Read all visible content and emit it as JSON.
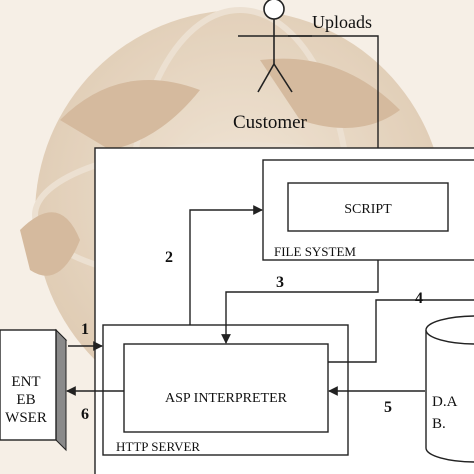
{
  "actor": {
    "label": "Customer"
  },
  "containers": {
    "file_system": "FILE SYSTEM",
    "http_server": "HTTP SERVER"
  },
  "components": {
    "script": "SCRIPT",
    "asp_interpreter": "ASP INTERPRETER",
    "client_browser": [
      "ENT",
      "EB",
      "WSER"
    ],
    "database": [
      "D.A",
      "B."
    ]
  },
  "flows": [
    {
      "id": "uploads",
      "label": "Uploads"
    },
    {
      "id": "1",
      "label": "1"
    },
    {
      "id": "2",
      "label": "2"
    },
    {
      "id": "3",
      "label": "3"
    },
    {
      "id": "4",
      "label": "4"
    },
    {
      "id": "5",
      "label": "5"
    },
    {
      "id": "6",
      "label": "6"
    }
  ],
  "colors": {
    "background": "#f6efe6",
    "watermark": "#d9c3a8",
    "stroke": "#222222"
  }
}
